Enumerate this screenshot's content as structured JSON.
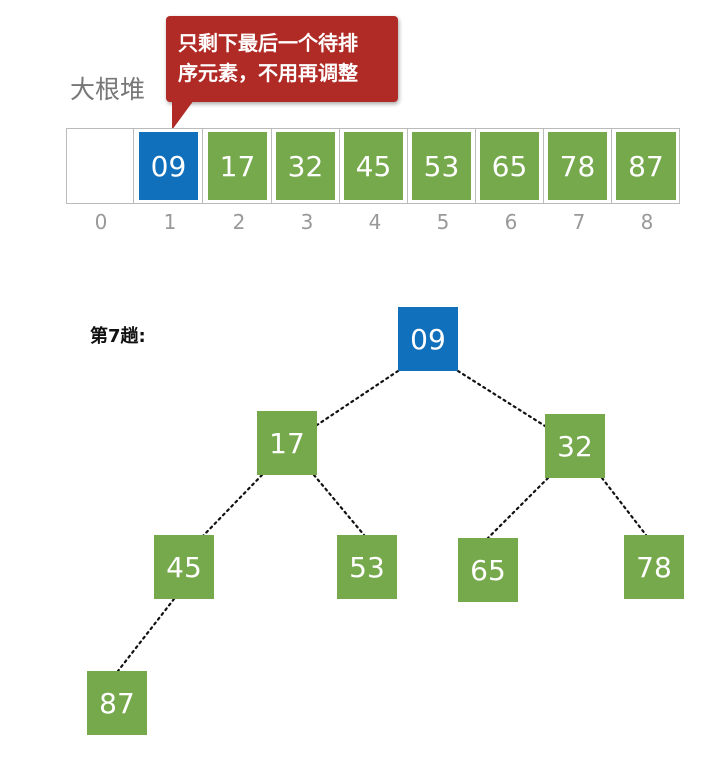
{
  "heap_label": "大根堆",
  "callout": {
    "line1": "只剩下最后一个待排",
    "line2": "序元素，不用再调整"
  },
  "array": [
    {
      "index": "0",
      "value": "",
      "state": "empty"
    },
    {
      "index": "1",
      "value": "09",
      "state": "current"
    },
    {
      "index": "2",
      "value": "17",
      "state": "sorted"
    },
    {
      "index": "3",
      "value": "32",
      "state": "sorted"
    },
    {
      "index": "4",
      "value": "45",
      "state": "sorted"
    },
    {
      "index": "5",
      "value": "53",
      "state": "sorted"
    },
    {
      "index": "6",
      "value": "65",
      "state": "sorted"
    },
    {
      "index": "7",
      "value": "78",
      "state": "sorted"
    },
    {
      "index": "8",
      "value": "87",
      "state": "sorted"
    }
  ],
  "pass_label": "第7趟:",
  "tree": {
    "nodes": [
      {
        "id": "n1",
        "value": "09",
        "state": "current"
      },
      {
        "id": "n2",
        "value": "17",
        "state": "sorted"
      },
      {
        "id": "n3",
        "value": "32",
        "state": "sorted"
      },
      {
        "id": "n4",
        "value": "45",
        "state": "sorted"
      },
      {
        "id": "n5",
        "value": "53",
        "state": "sorted"
      },
      {
        "id": "n6",
        "value": "65",
        "state": "sorted"
      },
      {
        "id": "n7",
        "value": "78",
        "state": "sorted"
      },
      {
        "id": "n8",
        "value": "87",
        "state": "sorted"
      }
    ]
  },
  "colors": {
    "current": "#1170bb",
    "sorted": "#76a84c",
    "callout": "#b12b26"
  }
}
